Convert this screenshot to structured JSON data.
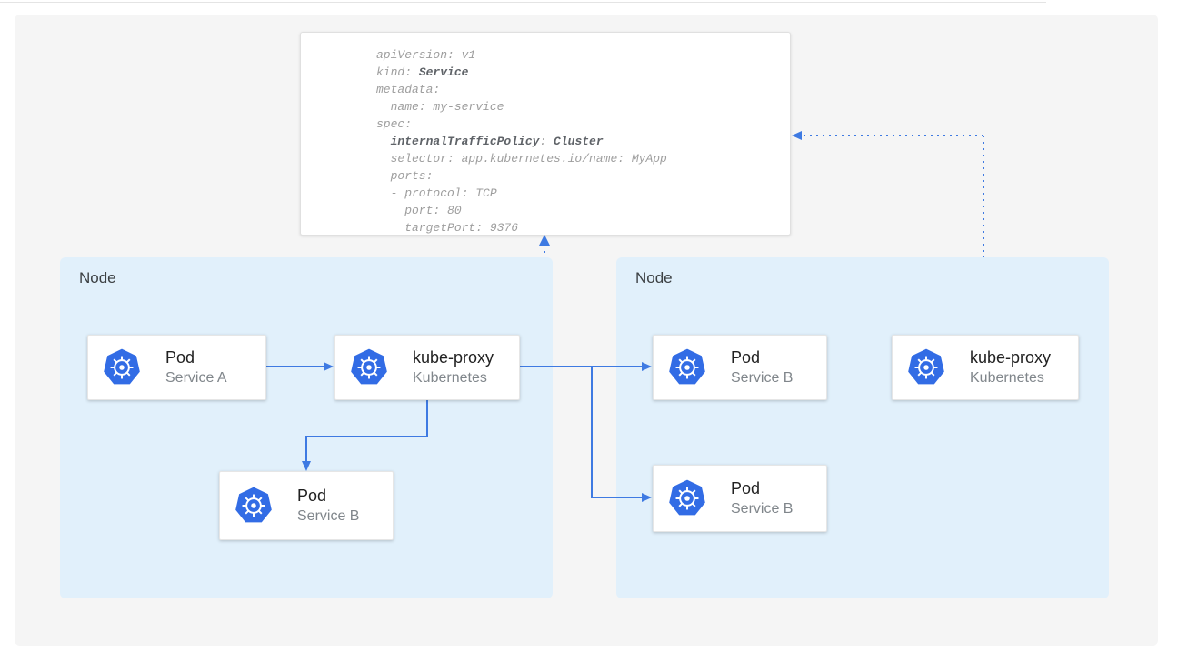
{
  "yaml_card": {
    "lines": [
      [
        {
          "text": "apiVersion: v1"
        }
      ],
      [
        {
          "text": "kind: "
        },
        {
          "text": "Service",
          "bold": true
        }
      ],
      [
        {
          "text": "metadata:"
        }
      ],
      [
        {
          "text": "  name: my-service"
        }
      ],
      [
        {
          "text": "spec:"
        }
      ],
      [
        {
          "text": "  "
        },
        {
          "text": "internalTrafficPolicy",
          "bold": true
        },
        {
          "text": ": "
        },
        {
          "text": "Cluster",
          "bold": true
        }
      ],
      [
        {
          "text": "  selector: app.kubernetes.io/name: MyApp"
        }
      ],
      [
        {
          "text": "  ports:"
        }
      ],
      [
        {
          "text": "  - protocol: TCP"
        }
      ],
      [
        {
          "text": "    port: 80"
        }
      ],
      [
        {
          "text": "    targetPort: 9376"
        }
      ]
    ]
  },
  "nodes": {
    "left": {
      "label": "Node"
    },
    "right": {
      "label": "Node"
    }
  },
  "boxes": {
    "pod_a": {
      "title": "Pod",
      "subtitle": "Service A",
      "icon": "kubernetes-icon"
    },
    "kube_proxy_left": {
      "title": "kube-proxy",
      "subtitle": "Kubernetes",
      "icon": "kubernetes-icon"
    },
    "pod_b_left": {
      "title": "Pod",
      "subtitle": "Service B",
      "icon": "kubernetes-icon"
    },
    "pod_b_right_top": {
      "title": "Pod",
      "subtitle": "Service B",
      "icon": "kubernetes-icon"
    },
    "kube_proxy_right": {
      "title": "kube-proxy",
      "subtitle": "Kubernetes",
      "icon": "kubernetes-icon"
    },
    "pod_b_right_bottom": {
      "title": "Pod",
      "subtitle": "Service B",
      "icon": "kubernetes-icon"
    }
  },
  "colors": {
    "panel_fill": "#f5f5f5",
    "node_fill": "#e1f0fb",
    "arrow_blue": "#3e7ae2",
    "k8s_blue": "#326ce5",
    "title_text": "#212121",
    "subtitle_text": "#80868b",
    "yaml_text": "#9e9e9e",
    "yaml_bold": "#5f6368"
  }
}
